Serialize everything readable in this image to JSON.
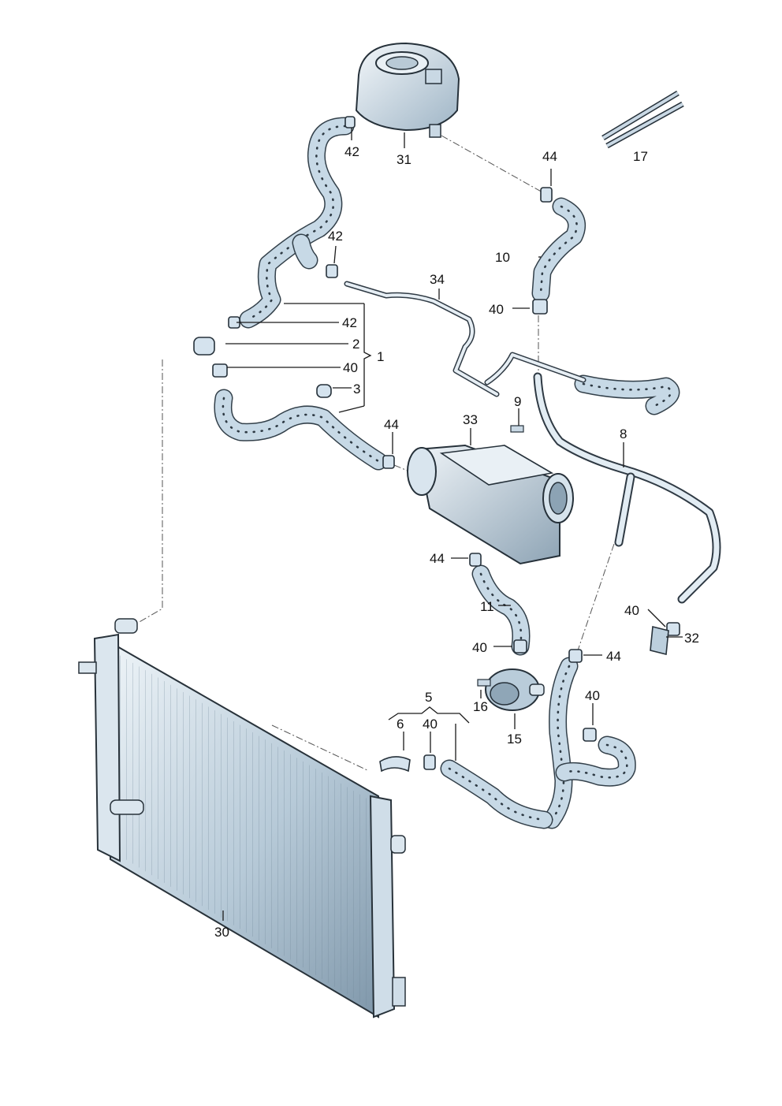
{
  "figure": {
    "part_numbers": [
      "1",
      "2",
      "3",
      "5",
      "6",
      "8",
      "9",
      "10",
      "11",
      "15",
      "16",
      "17",
      "30",
      "31",
      "32",
      "33",
      "34",
      "40",
      "42",
      "44"
    ],
    "callouts": {
      "c42a": "42",
      "c31": "31",
      "c44a": "44",
      "c17": "17",
      "c42b": "42",
      "c10": "10",
      "c34": "34",
      "c40a": "40",
      "c42c": "42",
      "c2": "2",
      "c1": "1",
      "c40b": "40",
      "c3": "3",
      "c9": "9",
      "c8": "8",
      "c44b": "44",
      "c33": "33",
      "c44c": "44",
      "c11": "11",
      "c40c": "40",
      "c32": "32",
      "c40d": "40",
      "c44d": "44",
      "c16": "16",
      "c15": "15",
      "c5": "5",
      "c6": "6",
      "c40e": "40",
      "c40f": "40",
      "c30": "30"
    }
  }
}
